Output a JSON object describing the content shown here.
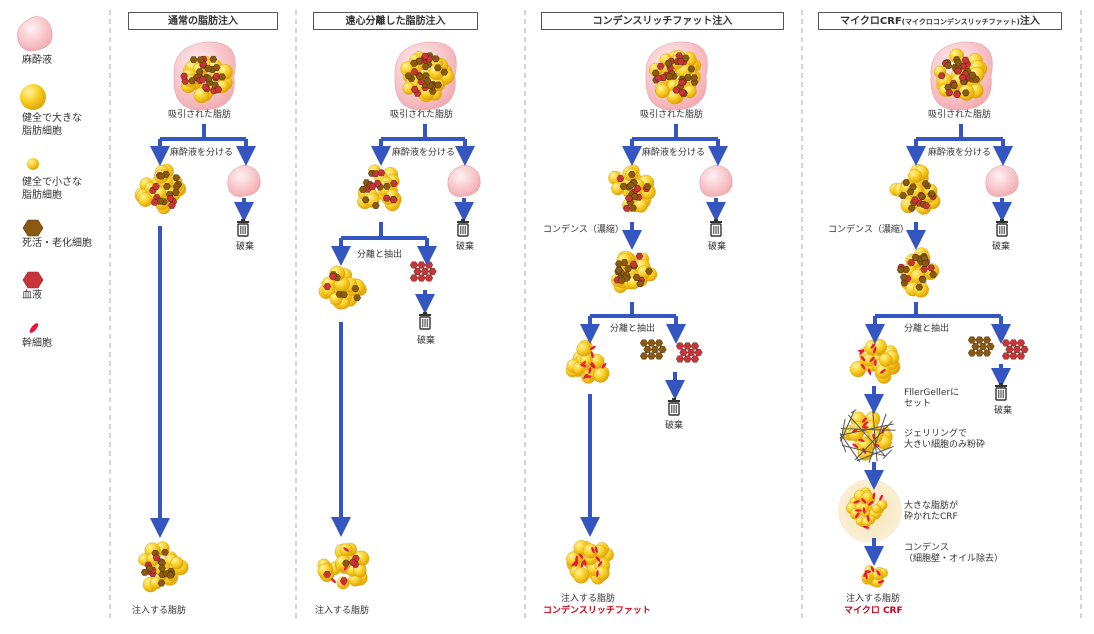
{
  "legend": {
    "anesthetic": "麻酔液",
    "large_cells": "健全で大きな\n脂肪細胞",
    "small_cells": "健全で小さな\n脂肪細胞",
    "dead_cells": "死活・老化細胞",
    "blood": "血液",
    "stem_cells": "幹細胞"
  },
  "columns": [
    {
      "header": "通常の脂肪注入",
      "aspirated": "吸引された脂肪",
      "separate": "麻酔液を分ける",
      "discard": "破棄",
      "result": "注入する脂肪"
    },
    {
      "header": "遠心分離した脂肪注入",
      "aspirated": "吸引された脂肪",
      "separate": "麻酔液を分ける",
      "discard": "破棄",
      "split": "分離と抽出",
      "discard2": "破棄",
      "result": "注入する脂肪"
    },
    {
      "header": "コンデンスリッチファット注入",
      "aspirated": "吸引された脂肪",
      "separate": "麻酔液を分ける",
      "discard": "破棄",
      "condense": "コンデンス（濃縮）",
      "split": "分離と抽出",
      "discard2": "破棄",
      "result": "注入する脂肪",
      "result_name": "コンデンスリッチファット"
    },
    {
      "header_main": "マイクロCRF",
      "header_sub": "(マイクロコンデンスリッチファット)",
      "header_tail": "注入",
      "aspirated": "吸引された脂肪",
      "separate": "麻酔液を分ける",
      "discard": "破棄",
      "condense": "コンデンス（濃縮）",
      "split": "分離と抽出",
      "discard2": "破棄",
      "step_set": "FllerGellerに\nセット",
      "step_gel": "ジェリリングで\n大きい細胞のみ粉砕",
      "step_crushed": "大きな脂肪が\n砕かれたCRF",
      "step_condense": "コンデンス\n（細胞壁・オイル除去）",
      "result": "注入する脂肪",
      "result_name": "マイクロ CRF"
    }
  ],
  "colors": {
    "arrow": "#3556c0",
    "fat": "#f7c51a",
    "dead": "#8a5a12",
    "blood": "#c8343a",
    "stem": "#e8193f",
    "anesthetic": "#f6c3c6",
    "accent_red": "#d0021b"
  }
}
